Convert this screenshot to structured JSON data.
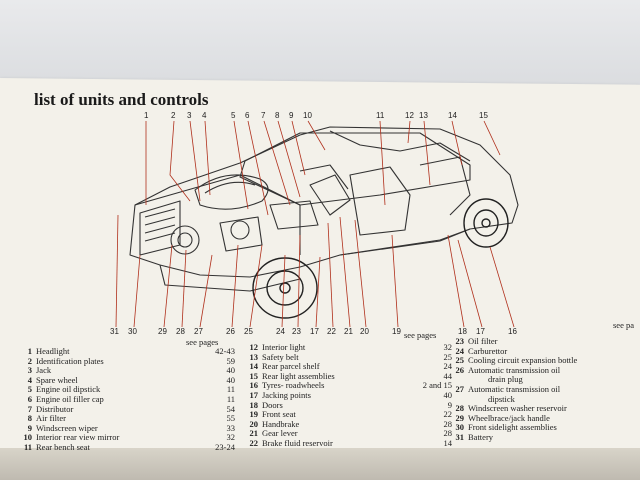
{
  "title": "list of units and controls",
  "see_pages_label": "see pages",
  "callouts_top": [
    "1",
    "2",
    "3",
    "4",
    "5",
    "6",
    "7",
    "8",
    "9",
    "10",
    "11",
    "12",
    "13",
    "14",
    "15"
  ],
  "callouts_bottom": [
    "31",
    "30",
    "29",
    "28",
    "27",
    "26",
    "25",
    "24",
    "23",
    "17",
    "22",
    "21",
    "20",
    "19",
    "18",
    "17",
    "16"
  ],
  "legend_col1": [
    {
      "n": "1",
      "label": "Headlight",
      "pages": "42-43"
    },
    {
      "n": "2",
      "label": "Identification plates",
      "pages": "59"
    },
    {
      "n": "3",
      "label": "Jack",
      "pages": "40"
    },
    {
      "n": "4",
      "label": "Spare wheel",
      "pages": "40"
    },
    {
      "n": "5",
      "label": "Engine oil dipstick",
      "pages": "11"
    },
    {
      "n": "6",
      "label": "Engine oil filler cap",
      "pages": "11"
    },
    {
      "n": "7",
      "label": "Distributor",
      "pages": "54"
    },
    {
      "n": "8",
      "label": "Air filter",
      "pages": "55"
    },
    {
      "n": "9",
      "label": "Windscreen wiper",
      "pages": "33"
    },
    {
      "n": "10",
      "label": "Interior rear view mirror",
      "pages": "32"
    },
    {
      "n": "11",
      "label": "Rear bench seat",
      "pages": "23-24"
    }
  ],
  "legend_col2": [
    {
      "n": "12",
      "label": "Interior light",
      "pages": "32"
    },
    {
      "n": "13",
      "label": "Safety belt",
      "pages": "25"
    },
    {
      "n": "14",
      "label": "Rear parcel shelf",
      "pages": "24"
    },
    {
      "n": "15",
      "label": "Rear light assemblies",
      "pages": "44"
    },
    {
      "n": "16",
      "label": "Tyres- roadwheels",
      "pages": "2 and 15"
    },
    {
      "n": "17",
      "label": "Jacking points",
      "pages": "40"
    },
    {
      "n": "18",
      "label": "Doors",
      "pages": "9"
    },
    {
      "n": "19",
      "label": "Front seat",
      "pages": "22"
    },
    {
      "n": "20",
      "label": "Handbrake",
      "pages": "28"
    },
    {
      "n": "21",
      "label": "Gear lever",
      "pages": "28"
    },
    {
      "n": "22",
      "label": "Brake fluid reservoir",
      "pages": "14"
    }
  ],
  "legend_col3": [
    {
      "n": "23",
      "label": "Oil filter"
    },
    {
      "n": "24",
      "label": "Carburettor"
    },
    {
      "n": "25",
      "label": "Cooling circuit expansion bottle"
    },
    {
      "n": "26",
      "label": "Automatic transmission oil"
    },
    {
      "n": "",
      "label": "drain plug"
    },
    {
      "n": "27",
      "label": "Automatic transmission oil"
    },
    {
      "n": "",
      "label": "dipstick"
    },
    {
      "n": "28",
      "label": "Windscreen washer reservoir"
    },
    {
      "n": "29",
      "label": "Wheelbrace/jack handle"
    },
    {
      "n": "30",
      "label": "Front sidelight assemblies"
    },
    {
      "n": "31",
      "label": "Battery"
    }
  ],
  "right_see_pages": "see pa",
  "colors": {
    "paper": "#f3f1ea",
    "ink": "#222222",
    "leader": "#b0301c"
  }
}
